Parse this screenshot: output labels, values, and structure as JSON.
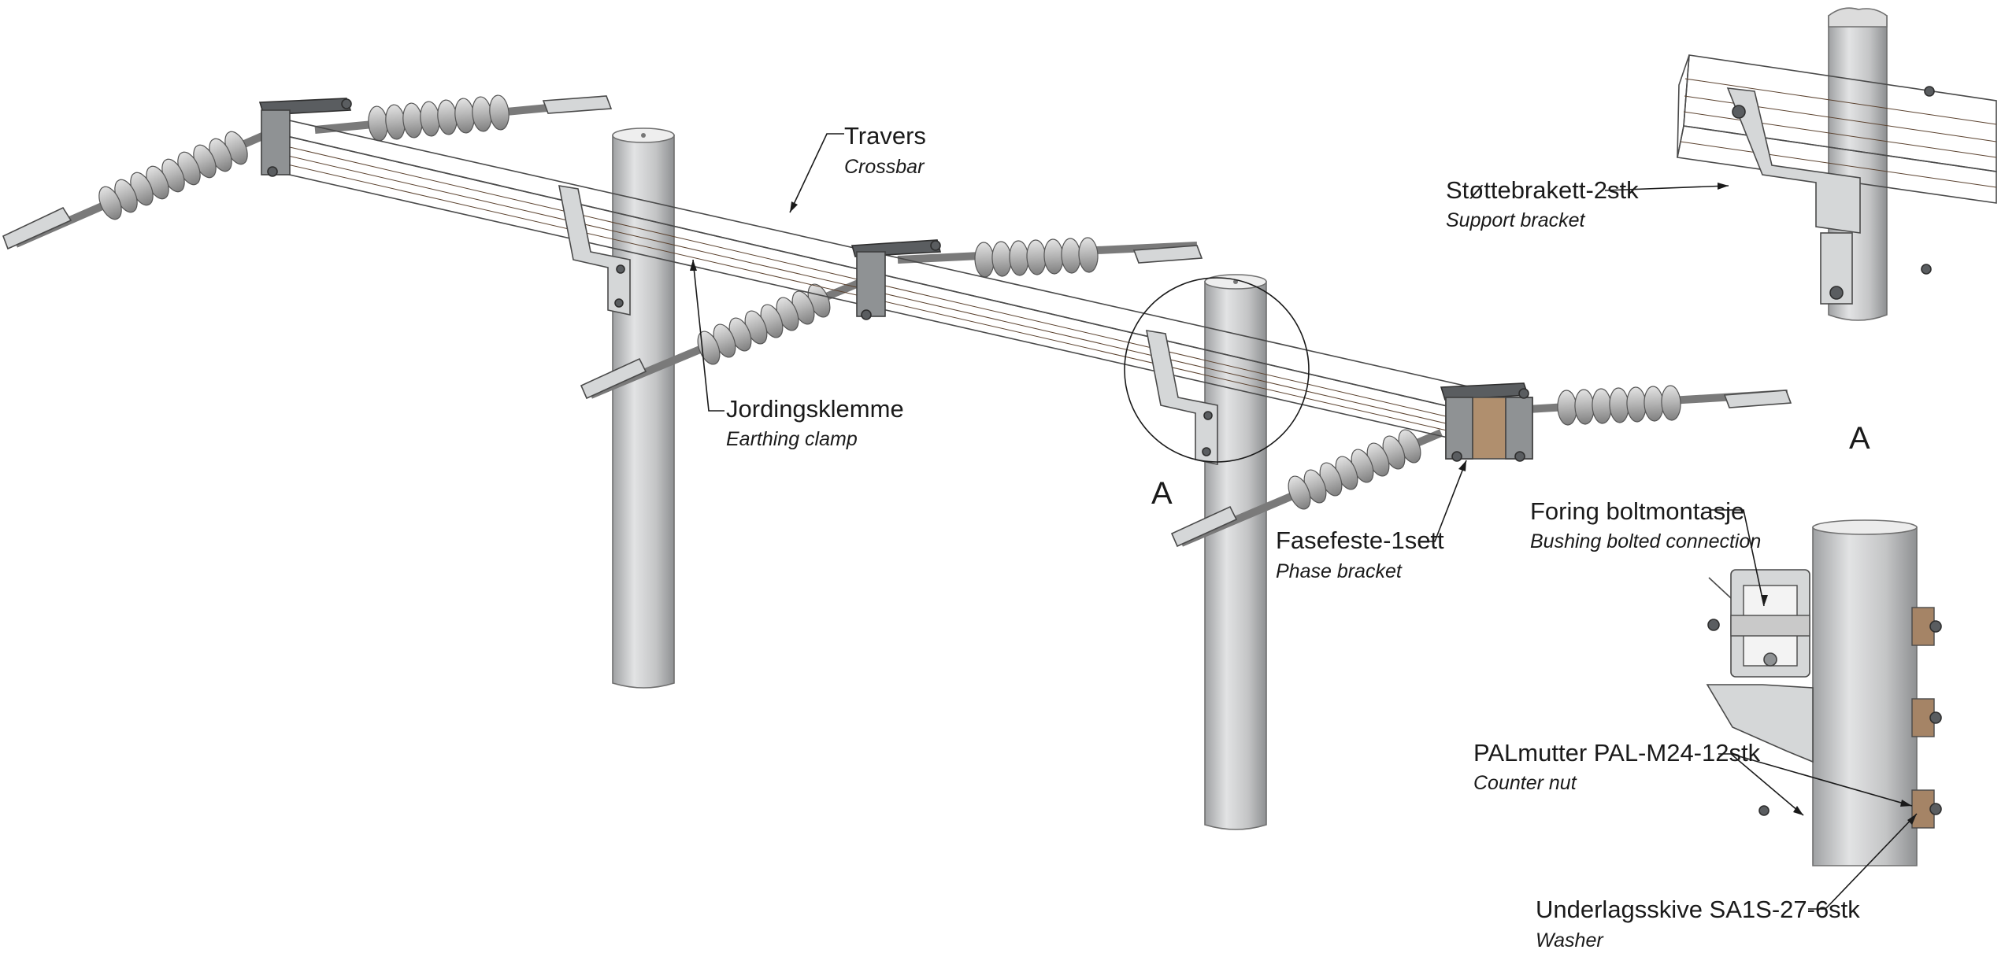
{
  "labels": {
    "travers": {
      "main": "Travers",
      "sub": "Crossbar"
    },
    "jordingsklemme": {
      "main": "Jordingsklemme",
      "sub": "Earthing clamp"
    },
    "fasefeste": {
      "main": "Fasefeste-1sett",
      "sub": "Phase bracket"
    },
    "stottebrakett": {
      "main": "Støttebrakett-2stk",
      "sub": "Support bracket"
    },
    "foring": {
      "main": "Foring boltmontasje",
      "sub": "Bushing bolted connection"
    },
    "palmutter": {
      "main": "PALmutter PAL-M24-12stk",
      "sub": "Counter nut"
    },
    "underlagsskive": {
      "main": "Underlagsskive SA1S-27-6stk",
      "sub": "Washer"
    }
  },
  "detail_marker": "A",
  "detail_title": "A",
  "colors": {
    "wood": "#b08f6e",
    "wood_dark": "#8e6c4d",
    "pole": "#c8c9ca",
    "steel": "#8f9294",
    "insulator": "#b9b9b9",
    "washer_wood": "#a58466"
  }
}
